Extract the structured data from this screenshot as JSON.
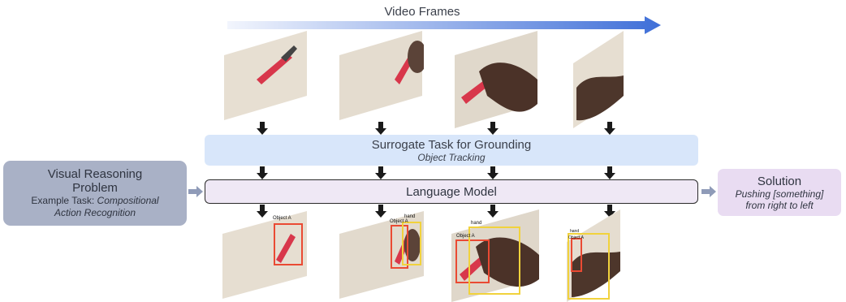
{
  "header": {
    "title": "Video Frames"
  },
  "problem_box": {
    "title_line1": "Visual Reasoning",
    "title_line2": "Problem",
    "example_prefix": "Example Task: ",
    "example_task_line1": "Compositional",
    "example_task_line2": "Action Recognition"
  },
  "surrogate_box": {
    "title": "Surrogate Task for Grounding",
    "subtitle": "Object Tracking"
  },
  "language_model_box": {
    "title": "Language Model"
  },
  "solution_box": {
    "title": "Solution",
    "line1": "Pushing [something]",
    "line2": "from right to left"
  },
  "track_labels": {
    "frame1": [
      "Object A"
    ],
    "frame2": [
      "Object A",
      "hand"
    ],
    "frame3": [
      "Object A",
      "hand"
    ],
    "frame4": [
      "Object A",
      "hand"
    ]
  },
  "colors": {
    "problem_box": "#a9b1c6",
    "surrogate_box": "#d8e6fa",
    "language_model_box": "#efe8f5",
    "solution_box": "#e9dcf2",
    "arrow_gradient_start": "#eef3fd",
    "arrow_gradient_end": "#3f6fd8",
    "object_box": "#ea4a33",
    "hand_box": "#f1d23c"
  }
}
